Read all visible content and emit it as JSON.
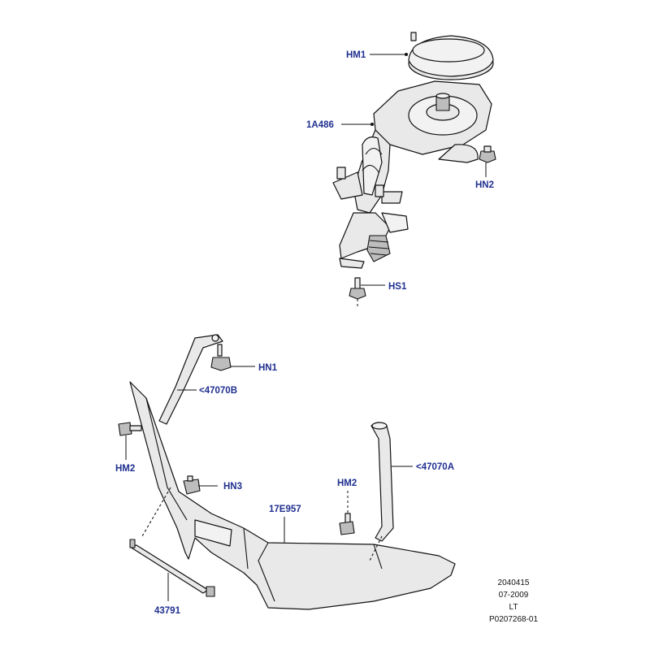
{
  "callouts": {
    "hm1": "HM1",
    "a486": "1A486",
    "hn2": "HN2",
    "hs1": "HS1",
    "hn1": "HN1",
    "b47070": "<47070B",
    "hm2_left": "HM2",
    "hn3": "HN3",
    "e957": "17E957",
    "hm2_right": "HM2",
    "a47070": "<47070A",
    "n43791": "43791"
  },
  "reference": {
    "line1": "2040415",
    "line2": "07-2009",
    "line3": "LT",
    "line4": "P0207268-01"
  },
  "colors": {
    "callout": "#1f2f8f",
    "line": "#111111",
    "fill": "#e9e9e9"
  }
}
